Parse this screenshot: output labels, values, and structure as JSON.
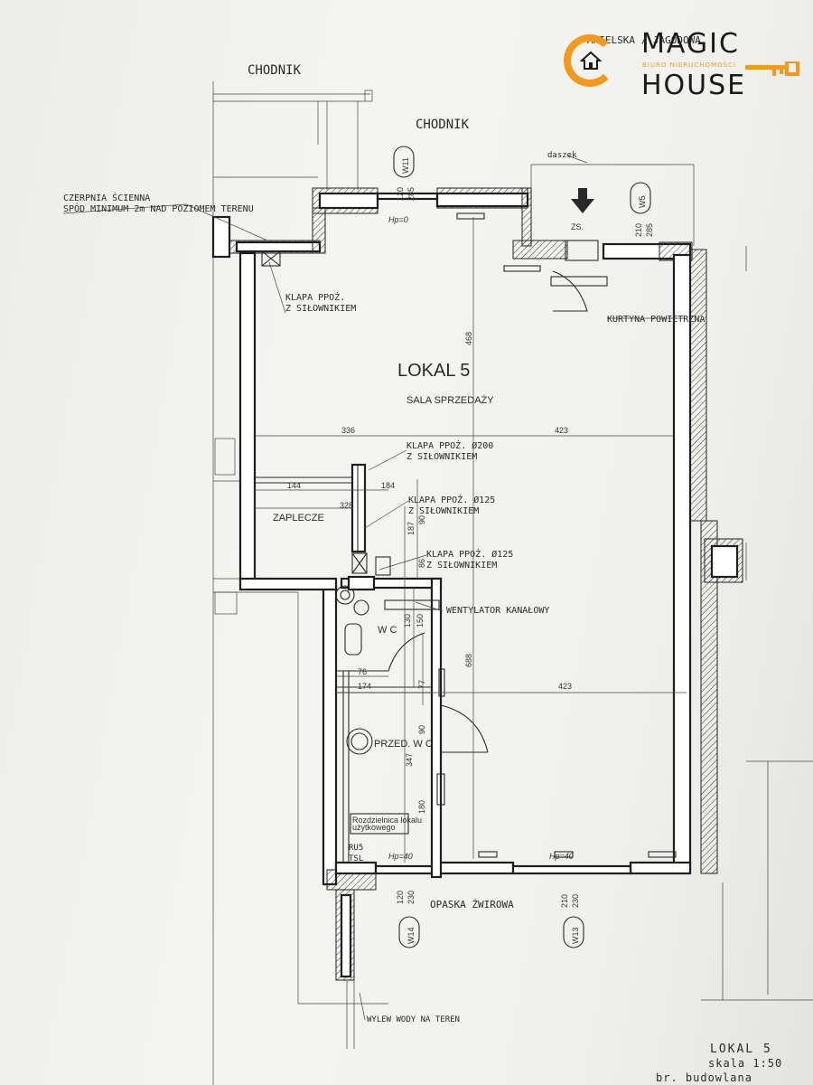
{
  "logo": {
    "line1": "MAGIC",
    "line2": "HOUSE",
    "tagline": "BIURO NIERUCHOMOŚCI",
    "color": "#f39a1e"
  },
  "street_top": "ANIELSKA / JAGODOWA",
  "labels": {
    "chodnik_left": "CHODNIK",
    "chodnik_center": "CHODNIK",
    "daszek": "daszek",
    "czerpnia_1": "CZERPNIA ŚCIENNA",
    "czerpnia_2": "SPÓD MINIMUM 2m NAD POZIOMEM TERENU",
    "klapa_1a": "KLAPA PPOŻ.",
    "klapa_1b": "Z SIŁOWNIKIEM",
    "kurtyna": "KURTYNA POWIETRZNA",
    "lokal_title": "LOKAL 5",
    "sala": "SALA SPRZEDAŻY",
    "klapa_2a": "KLAPA PPOŻ. Ø200",
    "klapa_2b": "Z SIŁOWNIKIEM",
    "klapa_3a": "KLAPA PPOŻ. Ø125",
    "klapa_3b": "Z SIŁOWNIKIEM",
    "klapa_4a": "KLAPA PPOŻ. Ø125",
    "klapa_4b": "Z SIŁOWNIKIEM",
    "zaplecze": "ZAPLECZE",
    "wentylator": "WENTYLATOR KANAŁOWY",
    "wc": "W C",
    "przed_wc": "PRZED. W C",
    "rozdzielnica_1": "Rozdzielnica lokalu",
    "rozdzielnica_2": "użytkowego",
    "ru5": "RU5",
    "tsl": "TSL",
    "hp0": "Hp=0",
    "hp40_left": "Hp=40",
    "hp40_right": "Hp=40",
    "zs": "ZS.",
    "opaska": "OPASKA ŻWIROWA",
    "wylew": "WYLEW WODY NA TEREN"
  },
  "windows": {
    "w11": "W11",
    "w5": "W5",
    "w14": "W14",
    "w13": "W13"
  },
  "dimensions": {
    "d120a": "120",
    "d285a": "285",
    "d210a": "210",
    "d285b": "285",
    "d468": "468",
    "d336": "336",
    "d423a": "423",
    "d144": "144",
    "d184": "184",
    "d328": "328",
    "d187": "187",
    "d90a": "90",
    "d86": "86",
    "d130": "130",
    "d150": "150",
    "d76": "76",
    "d174": "174",
    "d77": "77",
    "d423b": "423",
    "d688": "688",
    "d90b": "90",
    "d347": "347",
    "d180": "180",
    "d120b": "120",
    "d230a": "230",
    "d210b": "210",
    "d230b": "230"
  },
  "stamp": {
    "line1": "LOKAL 5",
    "line2": "skala 1:50",
    "line3": "br. budowlana"
  }
}
